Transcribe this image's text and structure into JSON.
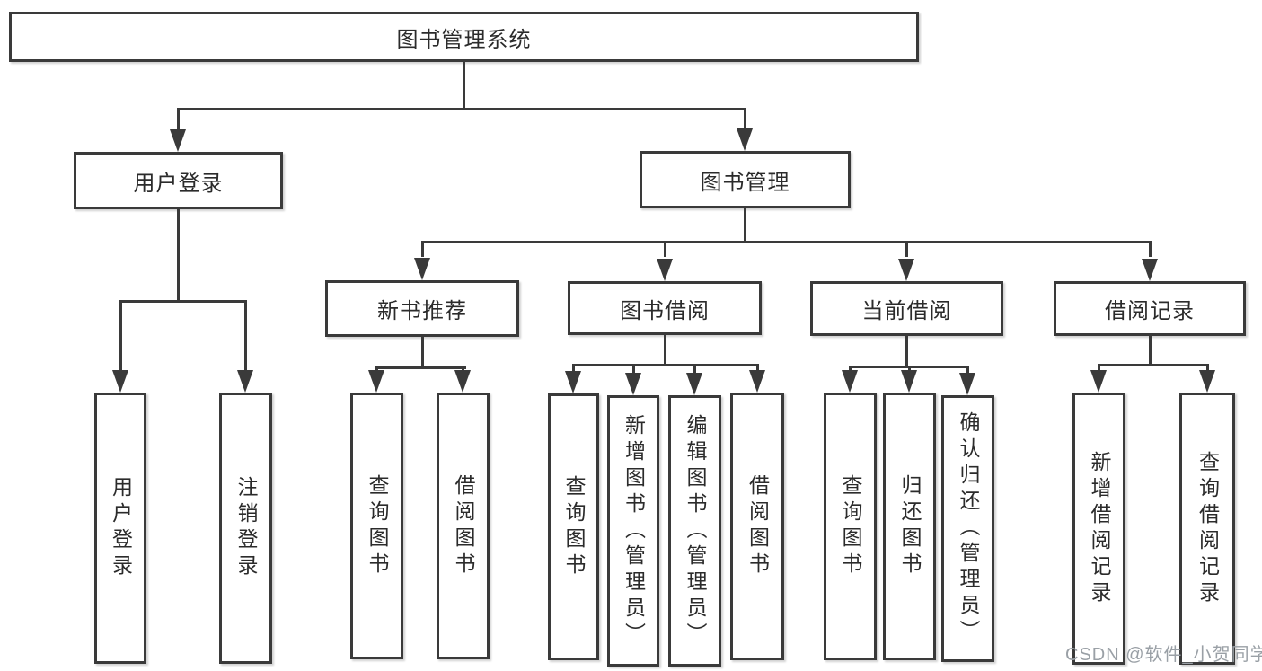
{
  "colors": {
    "line": "#3a3a3a",
    "box_border": "#3a3a3a",
    "box_background": "#ffffff",
    "text": "#2b2b2b",
    "watermark": "#9aa0a6",
    "page_background": "#ffffff"
  },
  "tree": {
    "root": {
      "label": "图书管理系统"
    },
    "branches": [
      {
        "label": "用户登录",
        "children": [
          "用户登录",
          "注销登录"
        ]
      },
      {
        "label": "图书管理",
        "children": [
          {
            "label": "新书推荐",
            "children": [
              "查询图书",
              "借阅图书"
            ]
          },
          {
            "label": "图书借阅",
            "children": [
              "查询图书",
              "新增图书（管理员）",
              "编辑图书（管理员）",
              "借阅图书"
            ]
          },
          {
            "label": "当前借阅",
            "children": [
              "查询图书",
              "归还图书",
              "确认归还（管理员）"
            ]
          },
          {
            "label": "借阅记录",
            "children": [
              "新增借阅记录",
              "查询借阅记录"
            ]
          }
        ]
      }
    ]
  },
  "watermark": "CSDN @软件_小贺同学"
}
